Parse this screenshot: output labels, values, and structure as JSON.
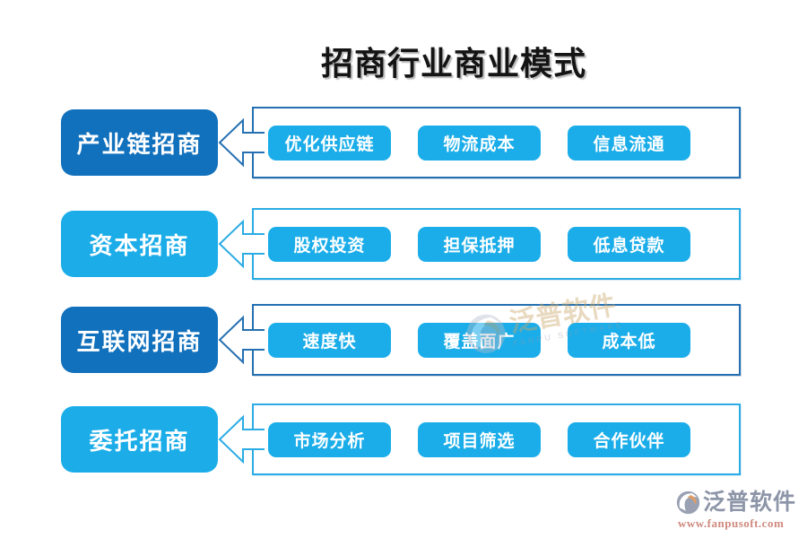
{
  "title": "招商行业商业模式",
  "colors": {
    "dark_blue": "#1171bd",
    "cyan": "#1cade9",
    "dark_border": "#2470b2",
    "cyan_border": "#2bace4",
    "chip_fill": "#1bade9",
    "title_color": "#141414",
    "footer_brand_color": "#8d95a8",
    "footer_url_color": "#cf8a7f"
  },
  "rows": [
    {
      "label": "产业链招商",
      "theme": "dark",
      "items": [
        "优化供应链",
        "物流成本",
        "信息流通"
      ]
    },
    {
      "label": "资本招商",
      "theme": "cyan",
      "items": [
        "股权投资",
        "担保抵押",
        "低息贷款"
      ]
    },
    {
      "label": "互联网招商",
      "theme": "dark",
      "items": [
        "速度快",
        "覆盖面广",
        "成本低"
      ]
    },
    {
      "label": "委托招商",
      "theme": "cyan",
      "items": [
        "市场分析",
        "项目筛选",
        "合作伙伴"
      ]
    }
  ],
  "watermark": {
    "brand": "泛普软件",
    "subtext": "FANPU SOFTWARE"
  },
  "footer": {
    "brand": "泛普软件",
    "url": "www.fanpusoft.com"
  }
}
